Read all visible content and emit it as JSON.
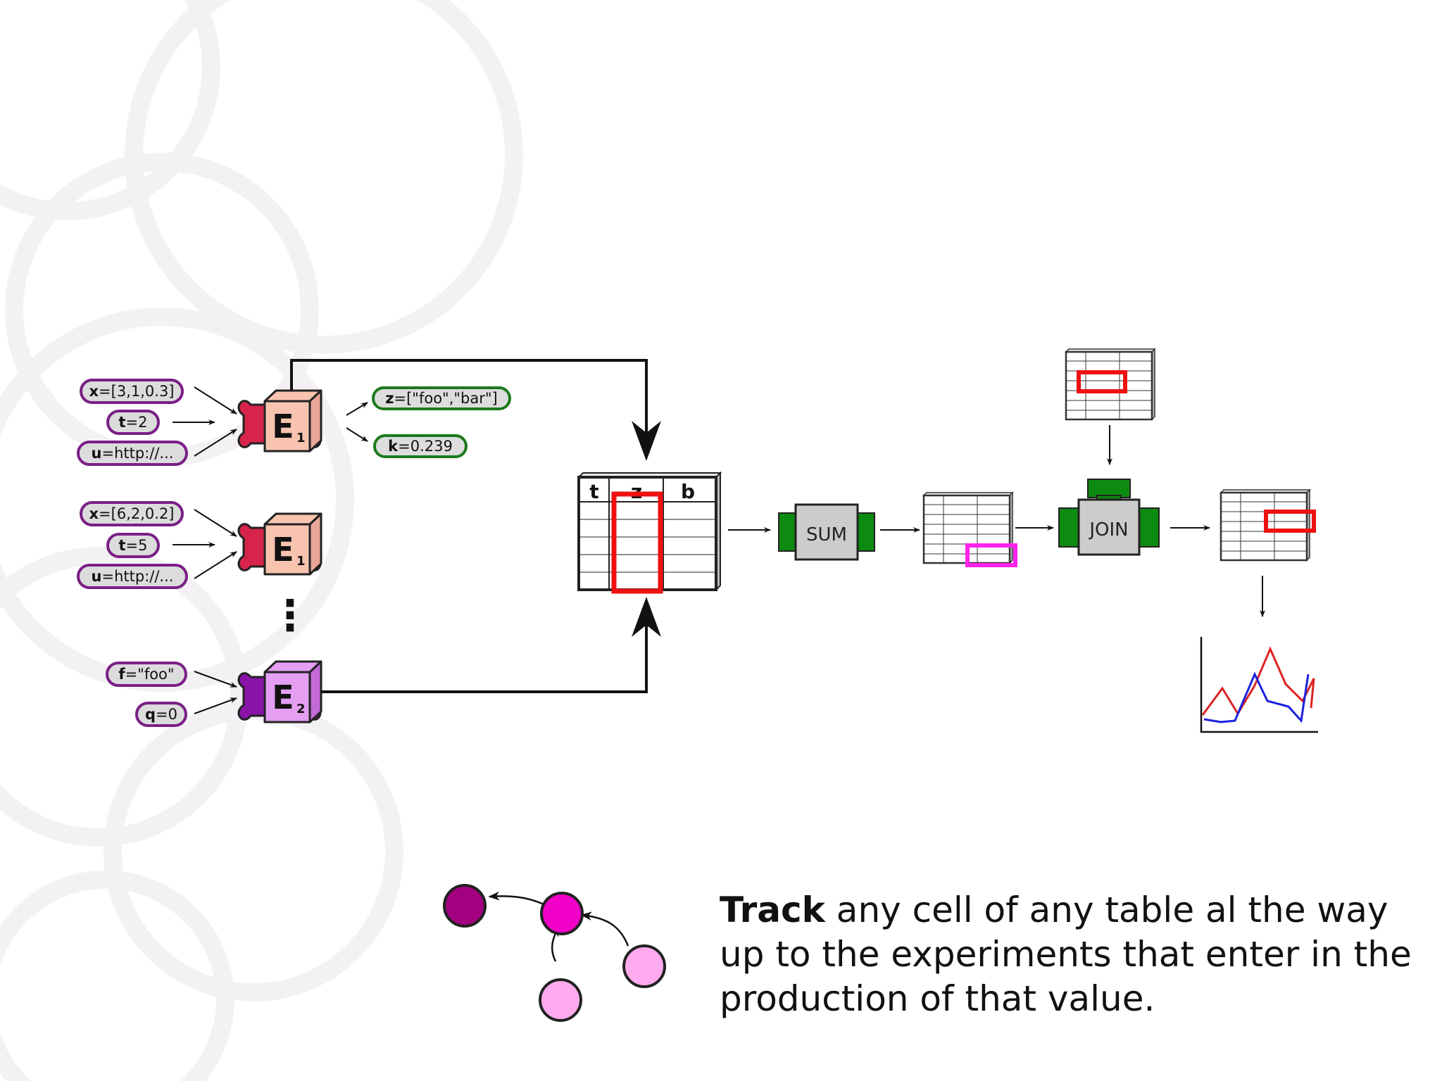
{
  "colors": {
    "bg_circles": "#f4f1f5",
    "param_border": "#7b1f86",
    "param_fill": "#dcdcdc",
    "output_border": "#1a7a1a",
    "output_fill": "#dddddd",
    "cube_e1": "#f8c4b0",
    "cube_e1_side": "#e8a698",
    "cube_e2": "#e49ef2",
    "cube_e2_side": "#c46ad6",
    "horn_e1": "#d6244a",
    "horn_e2": "#8a14a8",
    "operator_green": "#0d8a10",
    "operator_body": "#cccccc",
    "highlight_red": "#ee1111",
    "highlight_magenta": "#ff22ee",
    "node_dark": "#a3007f",
    "node_mid": "#f000c8",
    "node_light": "#ffaaee",
    "line_red": "#dd2222",
    "line_blue": "#1b22dd"
  },
  "experiments": {
    "e1a": {
      "label": "E",
      "subscript": "1",
      "inputs": [
        {
          "name": "x",
          "value": "=[3,1,0.3]"
        },
        {
          "name": "t",
          "value": "=2"
        },
        {
          "name": "u",
          "value": "=http://..."
        }
      ],
      "outputs": [
        {
          "name": "z",
          "value": "=[\"foo\",\"bar\"]"
        },
        {
          "name": "k",
          "value": "=0.239"
        }
      ]
    },
    "e1b": {
      "label": "E",
      "subscript": "1",
      "inputs": [
        {
          "name": "x",
          "value": "=[6,2,0.2]"
        },
        {
          "name": "t",
          "value": "=5"
        },
        {
          "name": "u",
          "value": "=http://..."
        }
      ]
    },
    "ellipsis": "⋮",
    "e2": {
      "label": "E",
      "subscript": "2",
      "inputs": [
        {
          "name": "f",
          "value": "=\"foo\""
        },
        {
          "name": "q",
          "value": "=0"
        }
      ]
    }
  },
  "results_table": {
    "columns": [
      "t",
      "z",
      "b"
    ]
  },
  "operators": {
    "sum": "SUM",
    "join": "JOIN"
  },
  "caption": {
    "bold": "Track",
    "rest": " any cell of any table al the way up to the experiments that enter in the production of that value."
  }
}
